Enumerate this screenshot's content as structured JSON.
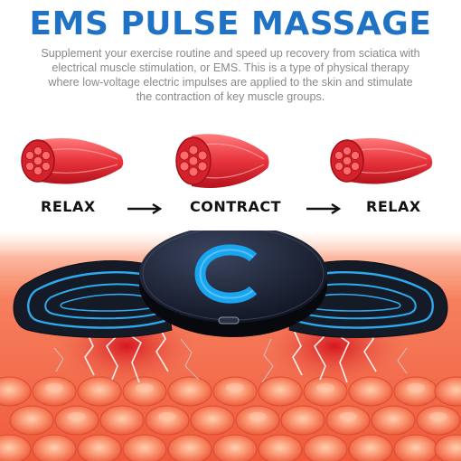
{
  "title": "EMS PULSE MASSAGE",
  "description": "Supplement your exercise routine and speed up recovery from sciatica with electrical muscle stimulation, or EMS. This is a type of physical therapy where low-voltage electric impulses are applied to the skin and stimulate the contraction of key muscle groups.",
  "stages": [
    {
      "label": "RELAX",
      "state": "relaxed"
    },
    {
      "label": "CONTRACT",
      "state": "contracted"
    },
    {
      "label": "RELAX",
      "state": "relaxed"
    }
  ],
  "icons": [
    "muscle-icon",
    "arrow-right-icon",
    "ems-pad-icon",
    "usb-c-port-icon"
  ],
  "colors": {
    "title": "#1f72c4",
    "muscle": "#e8343d",
    "pad_glow": "#2fa9ee",
    "skin": "#f6805e"
  }
}
